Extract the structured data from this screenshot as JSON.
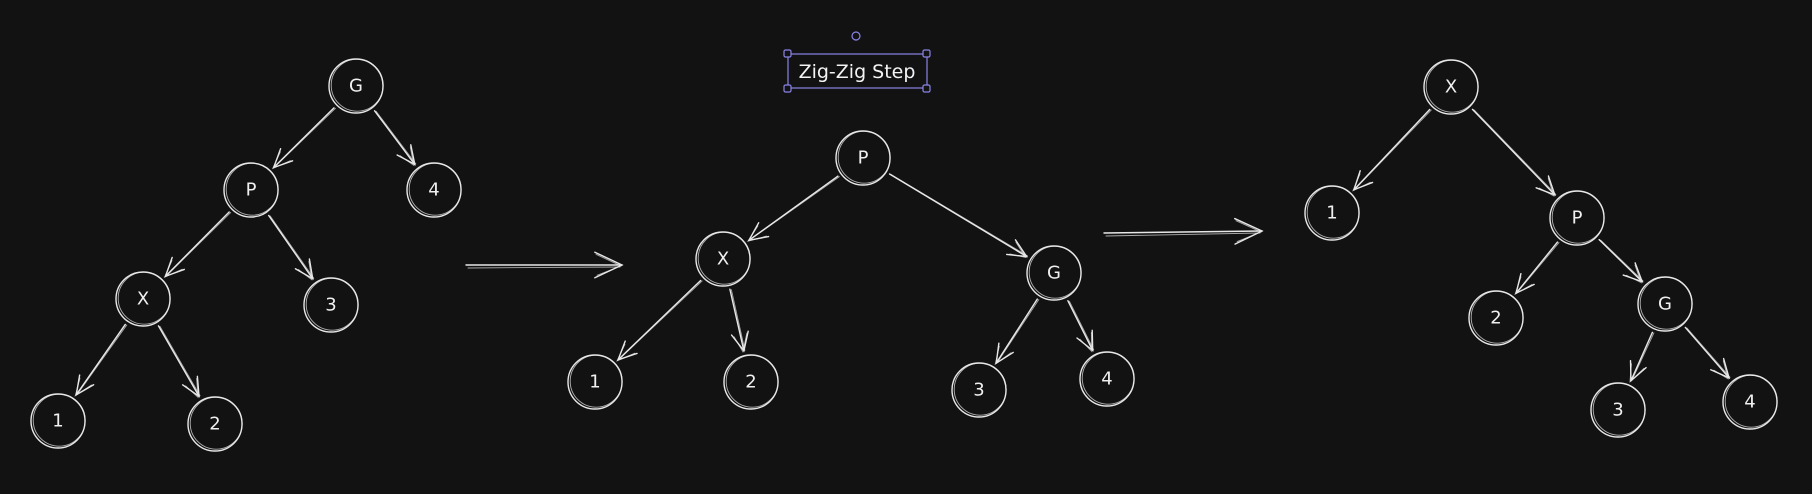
{
  "colors": {
    "background": "#121212",
    "ink": "#e8e8e8",
    "selection": "#8a84e8"
  },
  "caption": {
    "text": "Zig-Zig Step",
    "selected": true
  },
  "trees": [
    {
      "name": "before",
      "nodes": [
        {
          "id": "G",
          "label": "G"
        },
        {
          "id": "P",
          "label": "P"
        },
        {
          "id": "4",
          "label": "4"
        },
        {
          "id": "X",
          "label": "X"
        },
        {
          "id": "3",
          "label": "3"
        },
        {
          "id": "1",
          "label": "1"
        },
        {
          "id": "2",
          "label": "2"
        }
      ],
      "edges": [
        [
          "G",
          "P"
        ],
        [
          "G",
          "4"
        ],
        [
          "P",
          "X"
        ],
        [
          "P",
          "3"
        ],
        [
          "X",
          "1"
        ],
        [
          "X",
          "2"
        ]
      ]
    },
    {
      "name": "intermediate",
      "nodes": [
        {
          "id": "P",
          "label": "P"
        },
        {
          "id": "X",
          "label": "X"
        },
        {
          "id": "G",
          "label": "G"
        },
        {
          "id": "1",
          "label": "1"
        },
        {
          "id": "2",
          "label": "2"
        },
        {
          "id": "3",
          "label": "3"
        },
        {
          "id": "4",
          "label": "4"
        }
      ],
      "edges": [
        [
          "P",
          "X"
        ],
        [
          "P",
          "G"
        ],
        [
          "X",
          "1"
        ],
        [
          "X",
          "2"
        ],
        [
          "G",
          "3"
        ],
        [
          "G",
          "4"
        ]
      ]
    },
    {
      "name": "after",
      "nodes": [
        {
          "id": "X",
          "label": "X"
        },
        {
          "id": "1",
          "label": "1"
        },
        {
          "id": "P",
          "label": "P"
        },
        {
          "id": "2",
          "label": "2"
        },
        {
          "id": "G",
          "label": "G"
        },
        {
          "id": "3",
          "label": "3"
        },
        {
          "id": "4",
          "label": "4"
        }
      ],
      "edges": [
        [
          "X",
          "1"
        ],
        [
          "X",
          "P"
        ],
        [
          "P",
          "2"
        ],
        [
          "P",
          "G"
        ],
        [
          "G",
          "3"
        ],
        [
          "G",
          "4"
        ]
      ]
    }
  ],
  "transitions": [
    {
      "from": "before",
      "to": "intermediate"
    },
    {
      "from": "intermediate",
      "to": "after"
    }
  ]
}
